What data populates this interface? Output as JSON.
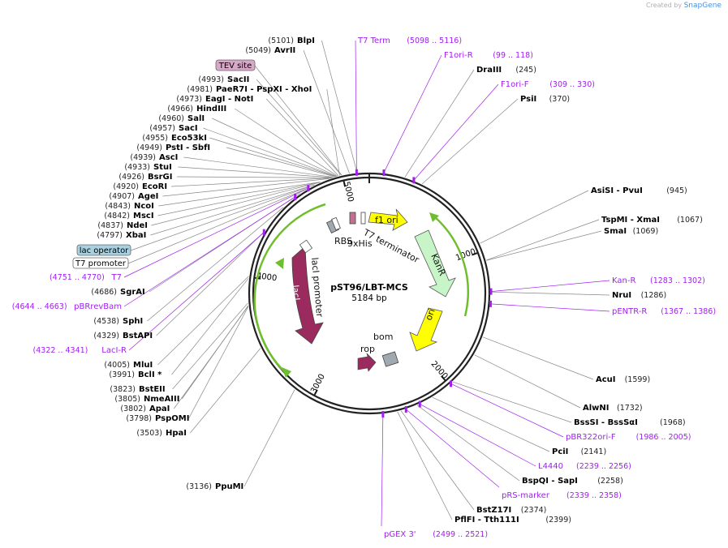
{
  "credit": {
    "prefix": "Created by",
    "brand": "SnapGene"
  },
  "plasmid": {
    "name": "pST96/LBT-MCS",
    "length": 5184,
    "length_label": "5184 bp"
  },
  "tick_labels": [
    "1000",
    "2000",
    "3000",
    "4000",
    "5000"
  ],
  "enzymes_left": [
    {
      "pos": "(5101)",
      "name": "BlpI"
    },
    {
      "pos": "(5049)",
      "name": "AvrII"
    },
    {
      "pos": "(4993)",
      "name": "SacII"
    },
    {
      "pos": "(4981)",
      "name": "PaeR7I  - PspXI  - XhoI"
    },
    {
      "pos": "(4973)",
      "name": "EagI  - NotI"
    },
    {
      "pos": "(4966)",
      "name": "HindIII"
    },
    {
      "pos": "(4960)",
      "name": "SalI"
    },
    {
      "pos": "(4957)",
      "name": "SacI"
    },
    {
      "pos": "(4955)",
      "name": "Eco53kI"
    },
    {
      "pos": "(4949)",
      "name": "PstI  - SbfI"
    },
    {
      "pos": "(4939)",
      "name": "AscI"
    },
    {
      "pos": "(4933)",
      "name": "StuI"
    },
    {
      "pos": "(4926)",
      "name": "BsrGI"
    },
    {
      "pos": "(4920)",
      "name": "EcoRI"
    },
    {
      "pos": "(4907)",
      "name": "AgeI"
    },
    {
      "pos": "(4843)",
      "name": "NcoI"
    },
    {
      "pos": "(4842)",
      "name": "MscI"
    },
    {
      "pos": "(4837)",
      "name": "NdeI"
    },
    {
      "pos": "(4797)",
      "name": "XbaI"
    },
    {
      "pos": "(4686)",
      "name": "SgrAI"
    },
    {
      "pos": "(4538)",
      "name": "SphI"
    },
    {
      "pos": "(4329)",
      "name": "BstAPI"
    },
    {
      "pos": "(4005)",
      "name": "MluI"
    },
    {
      "pos": "(3991)",
      "name": "BclI *"
    },
    {
      "pos": "(3823)",
      "name": "BstEII"
    },
    {
      "pos": "(3805)",
      "name": "NmeAIII"
    },
    {
      "pos": "(3802)",
      "name": "ApaI"
    },
    {
      "pos": "(3798)",
      "name": "PspOMI"
    },
    {
      "pos": "(3503)",
      "name": "HpaI"
    },
    {
      "pos": "(3136)",
      "name": "PpuMI"
    }
  ],
  "enzymes_right": [
    {
      "name": "DraIII",
      "pos": "(245)"
    },
    {
      "name": "PsiI",
      "pos": "(370)"
    },
    {
      "name": "AsiSI  - PvuI",
      "pos": "(945)"
    },
    {
      "name": "TspMI  - XmaI",
      "pos": "(1067)"
    },
    {
      "name": "SmaI",
      "pos": "(1069)"
    },
    {
      "name": "NruI",
      "pos": "(1286)"
    },
    {
      "name": "AcuI",
      "pos": "(1599)"
    },
    {
      "name": "AlwNI",
      "pos": "(1732)"
    },
    {
      "name": "BssSI  - BssSαI",
      "pos": "(1968)"
    },
    {
      "name": "PciI",
      "pos": "(2141)"
    },
    {
      "name": "BspQI  - SapI",
      "pos": "(2258)"
    },
    {
      "name": "BstZ17I",
      "pos": "(2374)"
    },
    {
      "name": "PflFI  - Tth111I",
      "pos": "(2399)"
    }
  ],
  "primers": [
    {
      "name": "T7 Term",
      "pos": "(5098 .. 5116)"
    },
    {
      "name": "F1ori-R",
      "pos": "(99 .. 118)"
    },
    {
      "name": "F1ori-F",
      "pos": "(309 .. 330)"
    },
    {
      "name": "Kan-R",
      "pos": "(1283 .. 1302)"
    },
    {
      "name": "pENTR-R",
      "pos": "(1367 .. 1386)"
    },
    {
      "name": "pBR322ori-F",
      "pos": "(1986 .. 2005)"
    },
    {
      "name": "L4440",
      "pos": "(2239 .. 2256)"
    },
    {
      "name": "pRS-marker",
      "pos": "(2339 .. 2358)"
    },
    {
      "name": "pGEX 3'",
      "pos": "(2499 .. 2521)"
    },
    {
      "name": "T7",
      "pos": "(4751 .. 4770)"
    },
    {
      "name": "pBRrevBam",
      "pos": "(4644 .. 4663)"
    },
    {
      "name": "LacI-R",
      "pos": "(4322 .. 4341)"
    }
  ],
  "boxed_features": [
    "TEV site",
    "lac operator",
    "T7 promoter"
  ],
  "map_features": [
    "f1 ori",
    "KanR",
    "ori",
    "bom",
    "rop",
    "lacI",
    "lacI promoter",
    "RBS",
    "9xHis",
    "T7 terminator"
  ],
  "colors": {
    "primer": "#a020f0",
    "lacI": "#9b2a5e",
    "f1ori": "#ffff00",
    "kanr": "#c8f5c8",
    "green_arc": "#6fbf2c",
    "bom": "#a0a8b0",
    "tev": "#d8a8c8",
    "lacop": "#a8d0e0"
  }
}
